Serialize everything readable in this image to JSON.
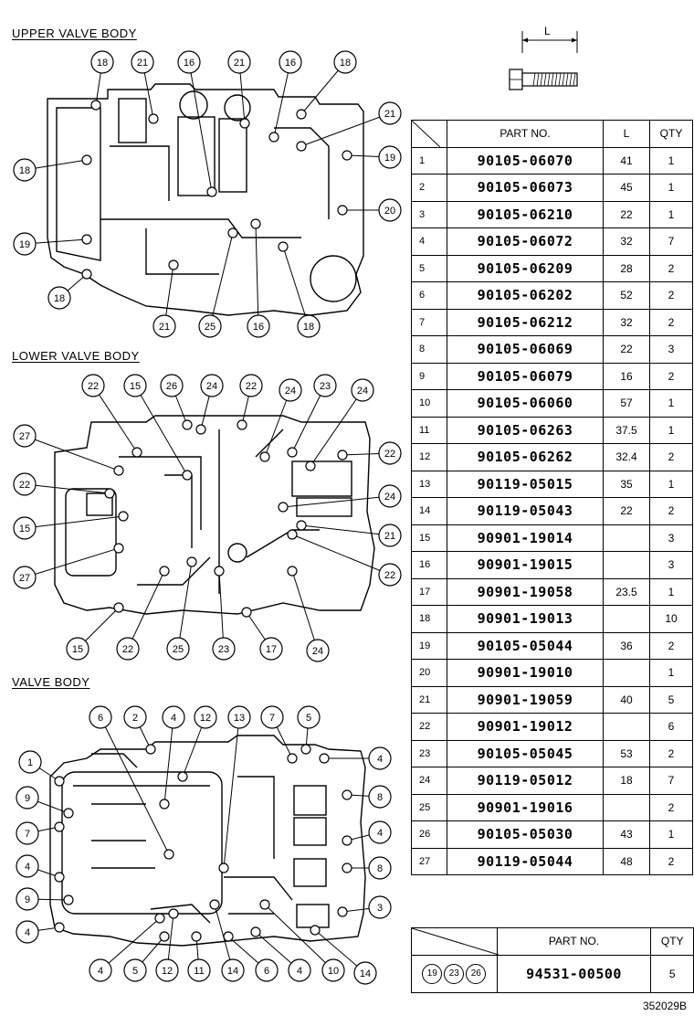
{
  "sections": {
    "upper": "UPPER VALVE BODY",
    "lower": "LOWER VALVE BODY",
    "valve": "VALVE BODY"
  },
  "bolt": {
    "dimension_label": "L"
  },
  "table": {
    "headers": {
      "part_no": "PART NO.",
      "l": "L",
      "qty": "QTY"
    },
    "rows": [
      {
        "idx": "1",
        "pn": "90105-06070",
        "l": "41",
        "qty": "1"
      },
      {
        "idx": "2",
        "pn": "90105-06073",
        "l": "45",
        "qty": "1"
      },
      {
        "idx": "3",
        "pn": "90105-06210",
        "l": "22",
        "qty": "1"
      },
      {
        "idx": "4",
        "pn": "90105-06072",
        "l": "32",
        "qty": "7"
      },
      {
        "idx": "5",
        "pn": "90105-06209",
        "l": "28",
        "qty": "2"
      },
      {
        "idx": "6",
        "pn": "90105-06202",
        "l": "52",
        "qty": "2"
      },
      {
        "idx": "7",
        "pn": "90105-06212",
        "l": "32",
        "qty": "2"
      },
      {
        "idx": "8",
        "pn": "90105-06069",
        "l": "22",
        "qty": "3"
      },
      {
        "idx": "9",
        "pn": "90105-06079",
        "l": "16",
        "qty": "2"
      },
      {
        "idx": "10",
        "pn": "90105-06060",
        "l": "57",
        "qty": "1"
      },
      {
        "idx": "11",
        "pn": "90105-06263",
        "l": "37.5",
        "qty": "1"
      },
      {
        "idx": "12",
        "pn": "90105-06262",
        "l": "32.4",
        "qty": "2"
      },
      {
        "idx": "13",
        "pn": "90119-05015",
        "l": "35",
        "qty": "1"
      },
      {
        "idx": "14",
        "pn": "90119-05043",
        "l": "22",
        "qty": "2"
      },
      {
        "idx": "15",
        "pn": "90901-19014",
        "l": "",
        "qty": "3"
      },
      {
        "idx": "16",
        "pn": "90901-19015",
        "l": "",
        "qty": "3"
      },
      {
        "idx": "17",
        "pn": "90901-19058",
        "l": "23.5",
        "qty": "1"
      },
      {
        "idx": "18",
        "pn": "90901-19013",
        "l": "",
        "qty": "10"
      },
      {
        "idx": "19",
        "pn": "90105-05044",
        "l": "36",
        "qty": "2"
      },
      {
        "idx": "20",
        "pn": "90901-19010",
        "l": "",
        "qty": "1"
      },
      {
        "idx": "21",
        "pn": "90901-19059",
        "l": "40",
        "qty": "5"
      },
      {
        "idx": "22",
        "pn": "90901-19012",
        "l": "",
        "qty": "6"
      },
      {
        "idx": "23",
        "pn": "90105-05045",
        "l": "53",
        "qty": "2"
      },
      {
        "idx": "24",
        "pn": "90119-05012",
        "l": "18",
        "qty": "7"
      },
      {
        "idx": "25",
        "pn": "90901-19016",
        "l": "",
        "qty": "2"
      },
      {
        "idx": "26",
        "pn": "90105-05030",
        "l": "43",
        "qty": "1"
      },
      {
        "idx": "27",
        "pn": "90119-05044",
        "l": "48",
        "qty": "2"
      }
    ]
  },
  "table2": {
    "headers": {
      "part_no": "PART NO.",
      "qty": "QTY"
    },
    "items": [
      "19",
      "23",
      "26"
    ],
    "pn": "94531-00500",
    "qty": "5"
  },
  "callouts": {
    "upper": [
      "18",
      "21",
      "16",
      "21",
      "16",
      "18",
      "21",
      "19",
      "20",
      "18",
      "19",
      "18",
      "21",
      "25",
      "16",
      "18"
    ],
    "lower": [
      "22",
      "15",
      "26",
      "24",
      "22",
      "24",
      "23",
      "24",
      "27",
      "22",
      "22",
      "24",
      "15",
      "21",
      "27",
      "22",
      "15",
      "22",
      "25",
      "23",
      "17",
      "24"
    ],
    "valve": [
      "6",
      "2",
      "4",
      "12",
      "13",
      "7",
      "5",
      "1",
      "4",
      "9",
      "8",
      "7",
      "4",
      "4",
      "8",
      "9",
      "3",
      "4",
      "4",
      "5",
      "12",
      "11",
      "14",
      "6",
      "4",
      "10",
      "14"
    ]
  },
  "reference": "352029B"
}
